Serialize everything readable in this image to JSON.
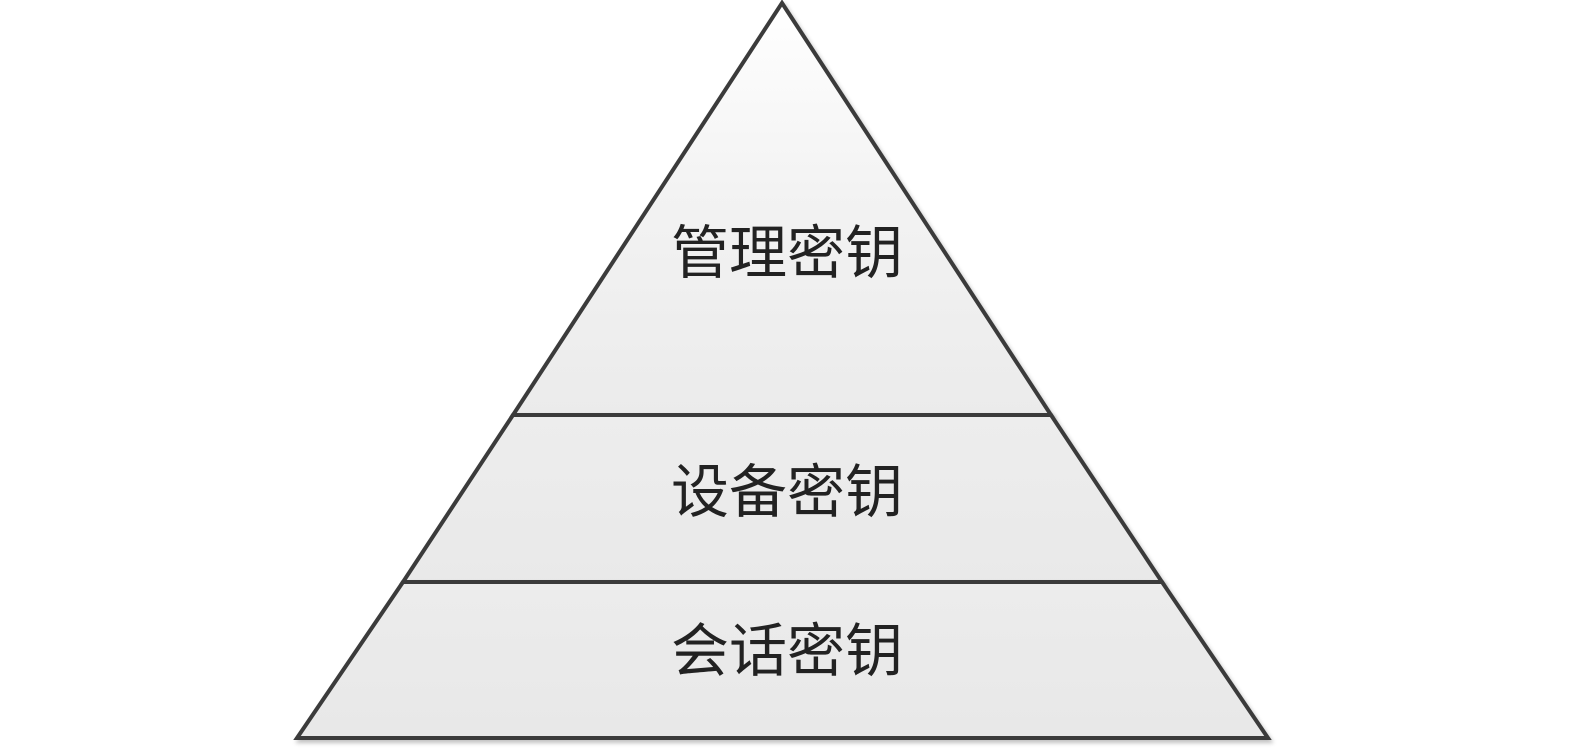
{
  "diagram": {
    "type": "pyramid",
    "tiers": [
      {
        "id": "top",
        "label": "管理密钥"
      },
      {
        "id": "middle",
        "label": "设备密钥"
      },
      {
        "id": "bottom",
        "label": "会话密钥"
      }
    ],
    "colors": {
      "stroke": "#3a3a3a",
      "fill_top": "#ffffff",
      "fill_bottom": "#e9e9e9",
      "text": "#222222"
    }
  }
}
